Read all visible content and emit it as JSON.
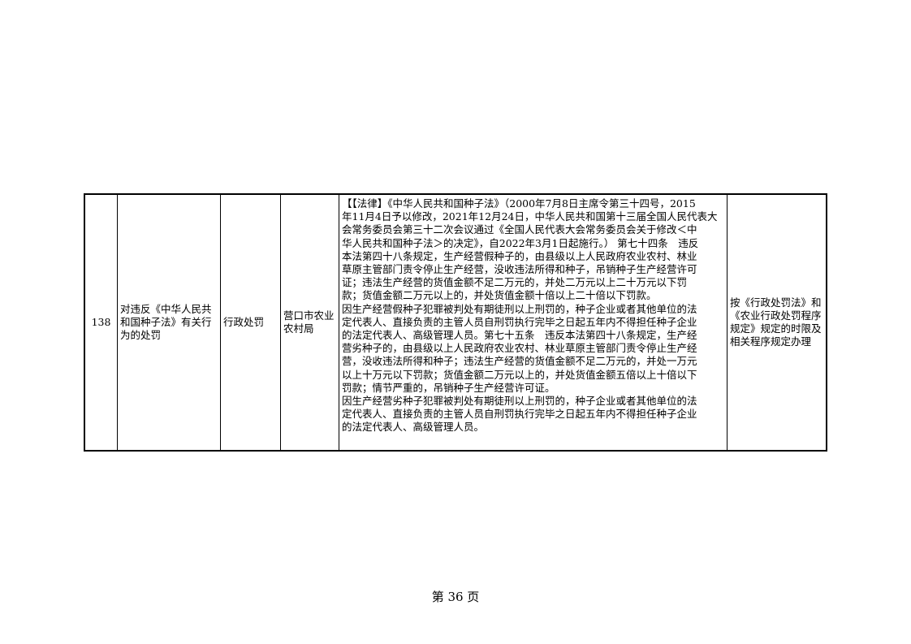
{
  "row": {
    "number": "138",
    "item_name_lines": [
      "对违反《中华人民共",
      "和国种子法》有关行",
      "为的处罚"
    ],
    "category": "行政处罚",
    "authority_lines": [
      "营口市农业",
      "农村局"
    ],
    "basis_lines": [
      "【【法律】《中华人民共和国种子法》（2000年7月8日主席令第三十四号，2015",
      "年11月4日予以修改，2021年12月24日，中华人民共和国第十三届全国人民代表大",
      "会常务委员会第三十二次会议通过《全国人民代表大会常务委员会关于修改＜中",
      "华人民共和国种子法＞的决定》，自2022年3月1日起施行。）  第七十四条　违反",
      "本法第四十八条规定，生产经营假种子的，由县级以上人民政府农业农村、林业",
      "草原主管部门责令停止生产经营，没收违法所得和种子，吊销种子生产经营许可",
      "证；违法生产经营的货值金额不足二万元的，并处二万元以上二十万元以下罚",
      "款；货值金额二万元以上的，并处货值金额十倍以上二十倍以下罚款。",
      "因生产经营假种子犯罪被判处有期徒刑以上刑罚的，种子企业或者其他单位的法",
      "定代表人、直接负责的主管人员自刑罚执行完毕之日起五年内不得担任种子企业",
      "的法定代表人、高级管理人员。第七十五条　违反本法第四十八条规定，生产经",
      "营劣种子的，由县级以上人民政府农业农村、林业草原主管部门责令停止生产经",
      "营，没收违法所得和种子；违法生产经营的货值金额不足二万元的，并处一万元",
      "以上十万元以下罚款；货值金额二万元以上的，并处货值金额五倍以上十倍以下",
      "罚款；情节严重的，吊销种子生产经营许可证。",
      "因生产经营劣种子犯罪被判处有期徒刑以上刑罚的，种子企业或者其他单位的法",
      "定代表人、直接负责的主管人员自刑罚执行完毕之日起五年内不得担任种子企业",
      "的法定代表人、高级管理人员。"
    ],
    "procedure_lines": [
      "按《行政处罚法》和",
      "《农业行政处罚程序",
      "规定》规定的时限及",
      "相关程序规定办理"
    ]
  },
  "footer": {
    "page_label": "第 36 页"
  }
}
